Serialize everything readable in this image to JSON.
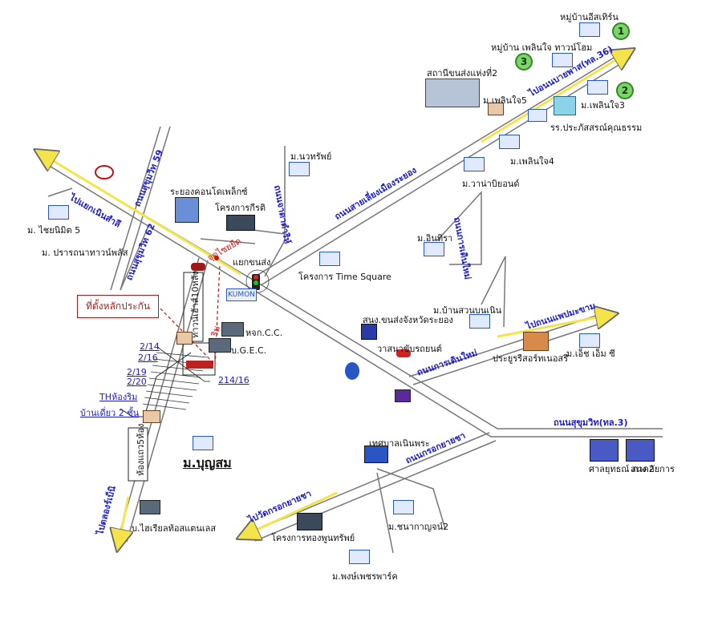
{
  "villages": {
    "eastern": "หมู่บ้านอีสเทิร์น",
    "phloen_jai_town": "หมู่บ้าน เพลินใจ ทาวน์โฮม",
    "phloen_jai3": "ม.เพลินใจ3",
    "phloen_jai4": "ม.เพลินใจ4",
    "phloen_jai5": "ม.เพลินใจ5",
    "wana": "ม.วาน่าบิยอนด์",
    "nawasap": "ม.นวทรัพย์",
    "intira": "ม.อินทิรา",
    "suan_bon_noen": "ม.บ้านสวนบนเนิน",
    "chai_nimit": "ม.  ไชยนิมิต 5",
    "prannana": "ม. ปรารถนาทาวน์พลัส",
    "es_em_c": "ม.เอ็ช เอ็ม ซี",
    "boonsom": "ม.บุญสม",
    "chanakarn": "ม.ชนากาญจน์2",
    "phong_phet": "ม.พงษ์เพชรพาร์ค"
  },
  "places": {
    "bus_station": "สถานีขนส่งแห่งที่2",
    "school": "รร.ประภัสสรณ์คุณธรรม",
    "rayong_complex": "ระยองคอนโดเพล็กซ์",
    "kiti_project": "โครงการกีรติ",
    "junction": "แยกขนส่ง",
    "jud_chong": "จุดไชยยืด",
    "time_square": "โครงการ Time Square",
    "transport_office": "สนง.ขนส่งจังหวัดระยอง",
    "car_ride": "วาสนาขับรถยนต์",
    "prayoon": "ประยูรรีสอร์ทเนอสรี",
    "town_hall": "เทศบาลเนินพระ",
    "court": "ศาลยุทธณ์ ภาค2",
    "attorney": "สนง.อัยการ",
    "thongphoon": "โครงการทองพูนทรัพย์",
    "kumon": "KUMON",
    "cc_warehouse": "หจก.C.C.",
    "ugec": "บ.G.E.C.",
    "sealed": "บ.ไฮเรียลท้อสแตนเลส",
    "townhouse": "ทาวน์เฮ้าส์10หลัง",
    "room_label": "ห้องแถว5ห้อง",
    "th_room": "THห้องริม",
    "two_storey": "บ้านเดี่ยว 2 ชั้น",
    "stake_location": "ที่ตั้งหลักประกัน",
    "sign_label": "ริม"
  },
  "house_numbers": [
    "2/14",
    "2/16",
    "2/19",
    "2/20",
    "214/16"
  ],
  "roads": {
    "to_ban_chang": "ไปอนนบายพาส(ทล.36)",
    "bypass": "ถนนสายเลี่ยงเมืองระยอง",
    "to_noen_sam": "ไปแยกเนินสำลี",
    "sukhumvit59": "ถนนสุขุมวิท 59",
    "sukhumvit62": "ถนนสุขุมวิท 62",
    "ratchadamri": "ถนนจาดาดำริห์",
    "nakhon_phanom": "ถนนการเดินใหม่",
    "to_pramoon": "ไปถนนแพปมะขาม",
    "sukhumvit3": "ถนนสุขุมวิท(ทล.3)",
    "kraok": "ถนนกรอกยายชา",
    "to_wat_kraok": "ไปวัดกรอกยายชา",
    "to_mabtapud": "ไปตลองร์เบ็นิ",
    "nakhon_mai": "ถนนการเดินใหม่"
  },
  "markers": [
    "1",
    "2",
    "3"
  ],
  "colors": {
    "road": "#8a8a8a",
    "arrow": "#f4e44a",
    "label": "#1a1ad0",
    "callout": "#d01010",
    "badge": "#7ed36b"
  }
}
